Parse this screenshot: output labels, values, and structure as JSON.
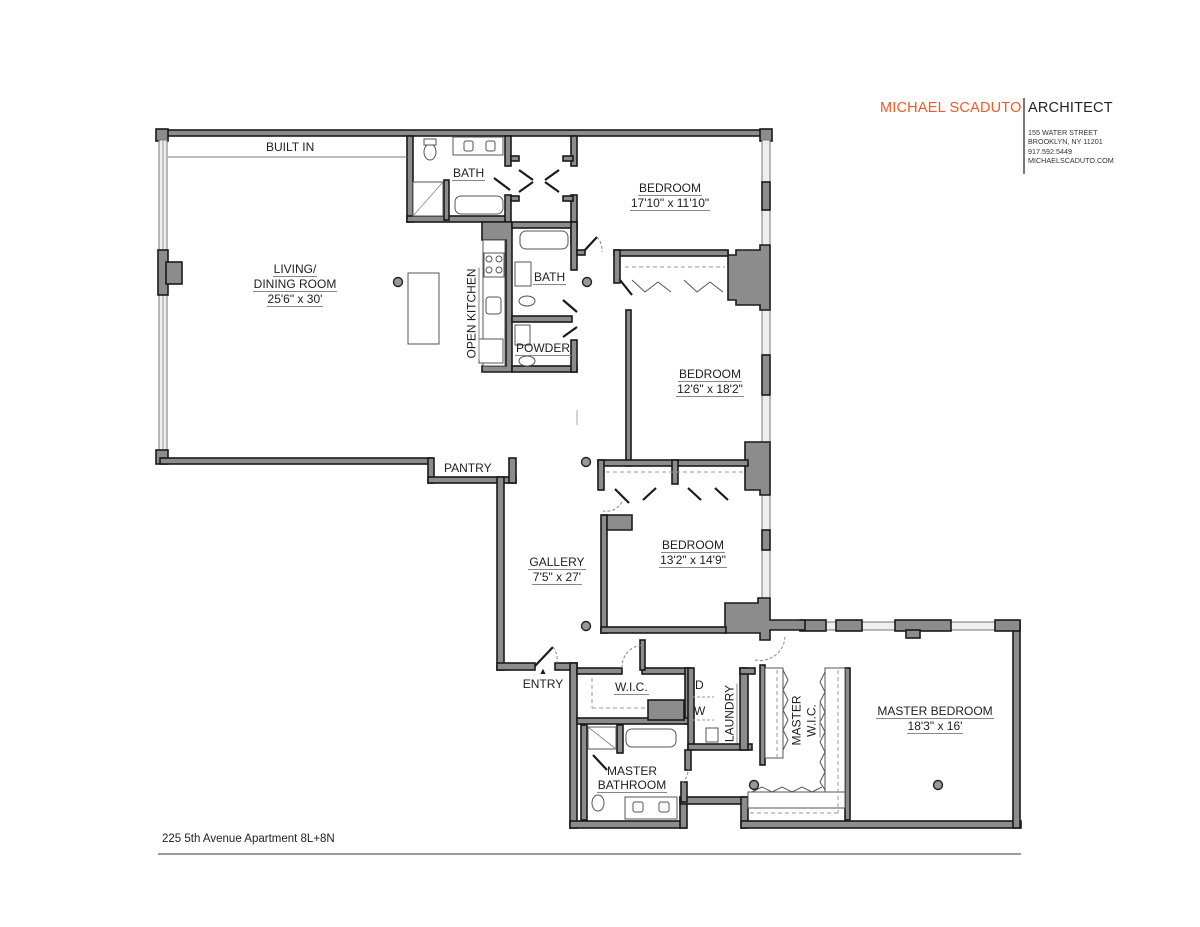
{
  "brand": {
    "name": "MICHAEL SCADUTO",
    "title": "ARCHITECT",
    "address_lines": [
      "155 WATER STREET",
      "BROOKLYN, NY 11201",
      "917.592.5449",
      "MICHAELSCADUTO.COM"
    ],
    "accent_color": "#f05a28"
  },
  "footer": {
    "title": "225 5th Avenue Apartment 8L+8N"
  },
  "colors": {
    "wall_fill": "#8c8c8c",
    "wall_stroke": "#1a1a1a",
    "window": "#c8c8c8",
    "background": "#ffffff"
  },
  "rooms": {
    "built_in": {
      "name": "BUILT IN"
    },
    "living": {
      "name_line1": "LIVING/",
      "name_line2": "DINING ROOM",
      "dims": "25'6\" x 30'"
    },
    "bath1": {
      "name": "BATH"
    },
    "bedroom1": {
      "name": "BEDROOM",
      "dims": "17'10\" x 11'10\""
    },
    "kitchen": {
      "name": "OPEN KITCHEN"
    },
    "bath2": {
      "name": "BATH"
    },
    "powder": {
      "name": "POWDER"
    },
    "bedroom2": {
      "name": "BEDROOM",
      "dims": "12'6\" x 18'2\""
    },
    "pantry": {
      "name": "PANTRY"
    },
    "gallery": {
      "name": "GALLERY",
      "dims": "7'5\" x 27'"
    },
    "bedroom3": {
      "name": "BEDROOM",
      "dims": "13'2\" x 14'9\""
    },
    "entry": {
      "name": "ENTRY",
      "marker": "▲"
    },
    "wic": {
      "name": "W.I.C."
    },
    "dryer": {
      "name": "D"
    },
    "washer": {
      "name": "W"
    },
    "laundry": {
      "name": "LAUNDRY"
    },
    "master_wic": {
      "name_line1": "MASTER",
      "name_line2": "W.I.C."
    },
    "master_bath": {
      "name_line1": "MASTER",
      "name_line2": "BATHROOM"
    },
    "master_bedroom": {
      "name": "MASTER BEDROOM",
      "dims": "18'3\" x 16'"
    }
  }
}
